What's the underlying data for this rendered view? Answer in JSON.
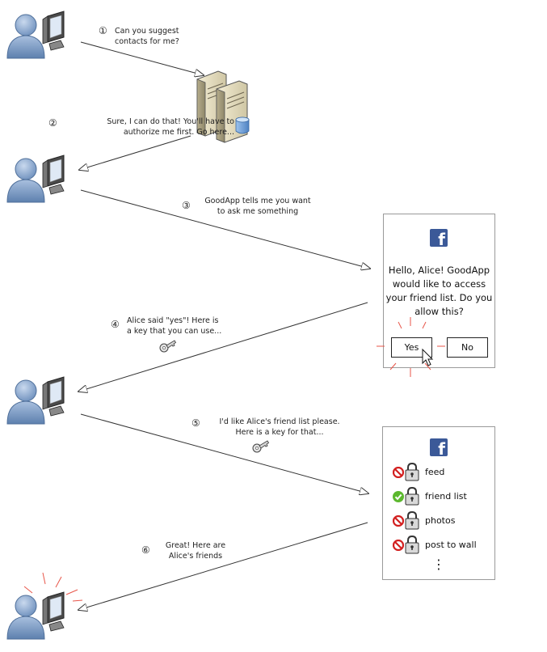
{
  "steps": [
    {
      "num": "①",
      "lines": [
        "Can you suggest",
        "contacts for me?"
      ]
    },
    {
      "num": "②",
      "lines": [
        "Sure, I can do that! You'll have to",
        "authorize me first. Go here..."
      ]
    },
    {
      "num": "③",
      "lines": [
        "GoodApp tells me you want",
        "to ask me something"
      ]
    },
    {
      "num": "④",
      "lines": [
        "Alice said \"yes\"! Here is",
        "a key that you can use..."
      ]
    },
    {
      "num": "⑤",
      "lines": [
        "I'd like Alice's friend list please.",
        "Here is a key for that..."
      ]
    },
    {
      "num": "⑥",
      "lines": [
        "Great! Here are",
        "Alice's friends"
      ]
    }
  ],
  "consent_dialog": {
    "logo_letter": "f",
    "message": [
      "Hello, Alice!  GoodApp",
      "would like to access",
      "your friend list.  Do you",
      "allow this?"
    ],
    "yes_label": "Yes",
    "no_label": "No"
  },
  "permissions_card": {
    "logo_letter": "f",
    "items": [
      {
        "label": "feed",
        "status": "denied"
      },
      {
        "label": "friend list",
        "status": "granted"
      },
      {
        "label": "photos",
        "status": "denied"
      },
      {
        "label": "post to wall",
        "status": "denied"
      }
    ],
    "more": "⋮"
  },
  "colors": {
    "person": "#8aa8cf",
    "person_dark": "#4f6f9a",
    "facebook": "#3b5998",
    "denied": "#d21f1f",
    "granted": "#5cb82e",
    "highlight": "#e8564a"
  }
}
